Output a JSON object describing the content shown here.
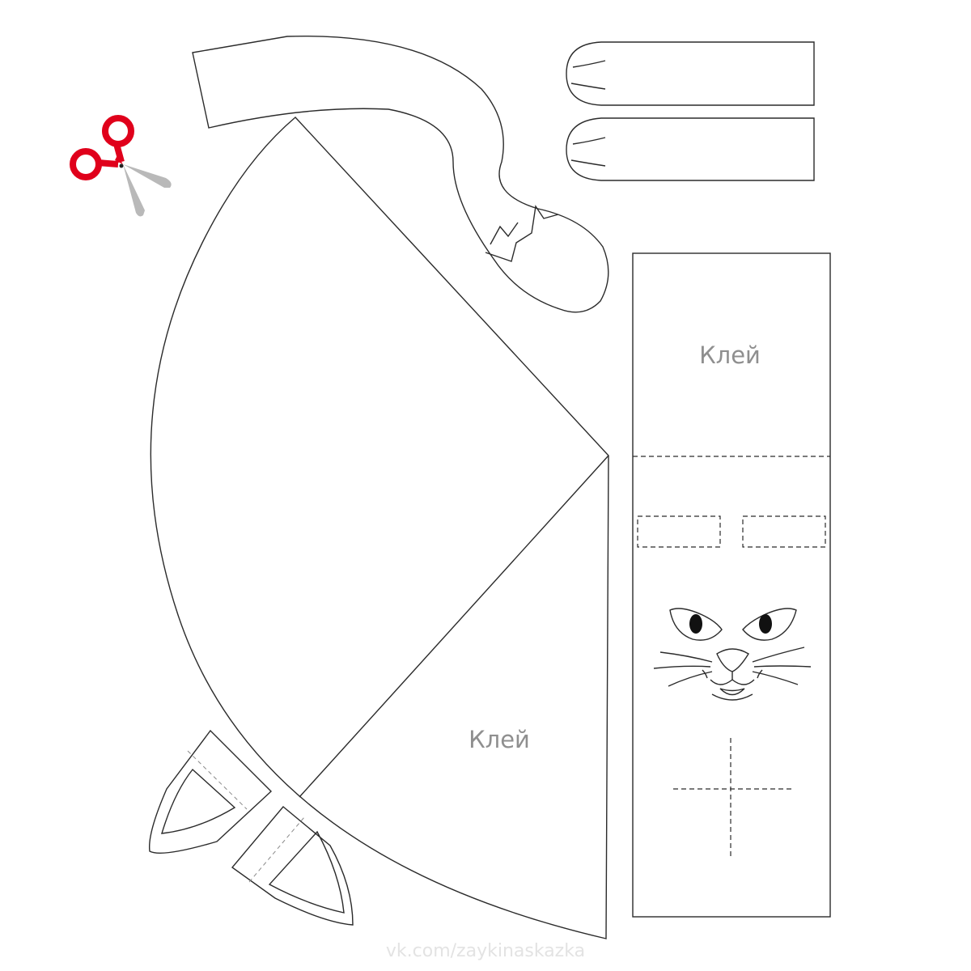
{
  "body_glue_label": "Клей",
  "strip_glue_label": "Клей",
  "watermark": "vk.com/zaykinaskazka",
  "colors": {
    "line": "#2b2b2b",
    "label": "#8f8f8f",
    "scissors_handle": "#e0001b",
    "scissors_blade": "#b9b9b9"
  },
  "icons": [
    "scissors-icon",
    "cat-face-icon"
  ]
}
